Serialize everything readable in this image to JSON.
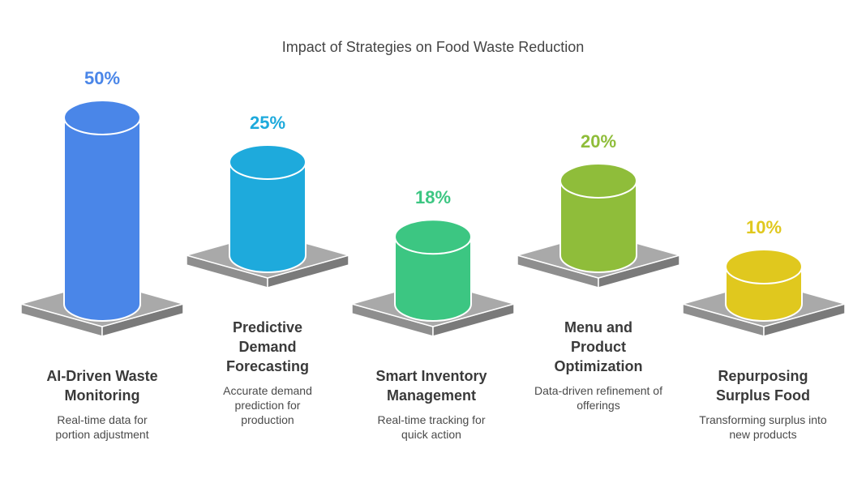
{
  "chart_data": {
    "type": "bar",
    "title": "Impact of Strategies on Food Waste Reduction",
    "categories": [
      "AI-Driven Waste Monitoring",
      "Predictive Demand Forecasting",
      "Smart Inventory Management",
      "Menu and Product Optimization",
      "Repurposing Surplus Food"
    ],
    "values": [
      50,
      25,
      18,
      20,
      10
    ],
    "value_labels": [
      "50%",
      "25%",
      "18%",
      "20%",
      "10%"
    ],
    "descriptions": [
      "Real-time data for portion adjustment",
      "Accurate demand prediction for production",
      "Real-time tracking for quick action",
      "Data-driven refinement of offerings",
      "Transforming surplus into new products"
    ],
    "colors": [
      "#4a86e8",
      "#1eaadc",
      "#3cc682",
      "#8fbd3a",
      "#e0c81e"
    ]
  }
}
